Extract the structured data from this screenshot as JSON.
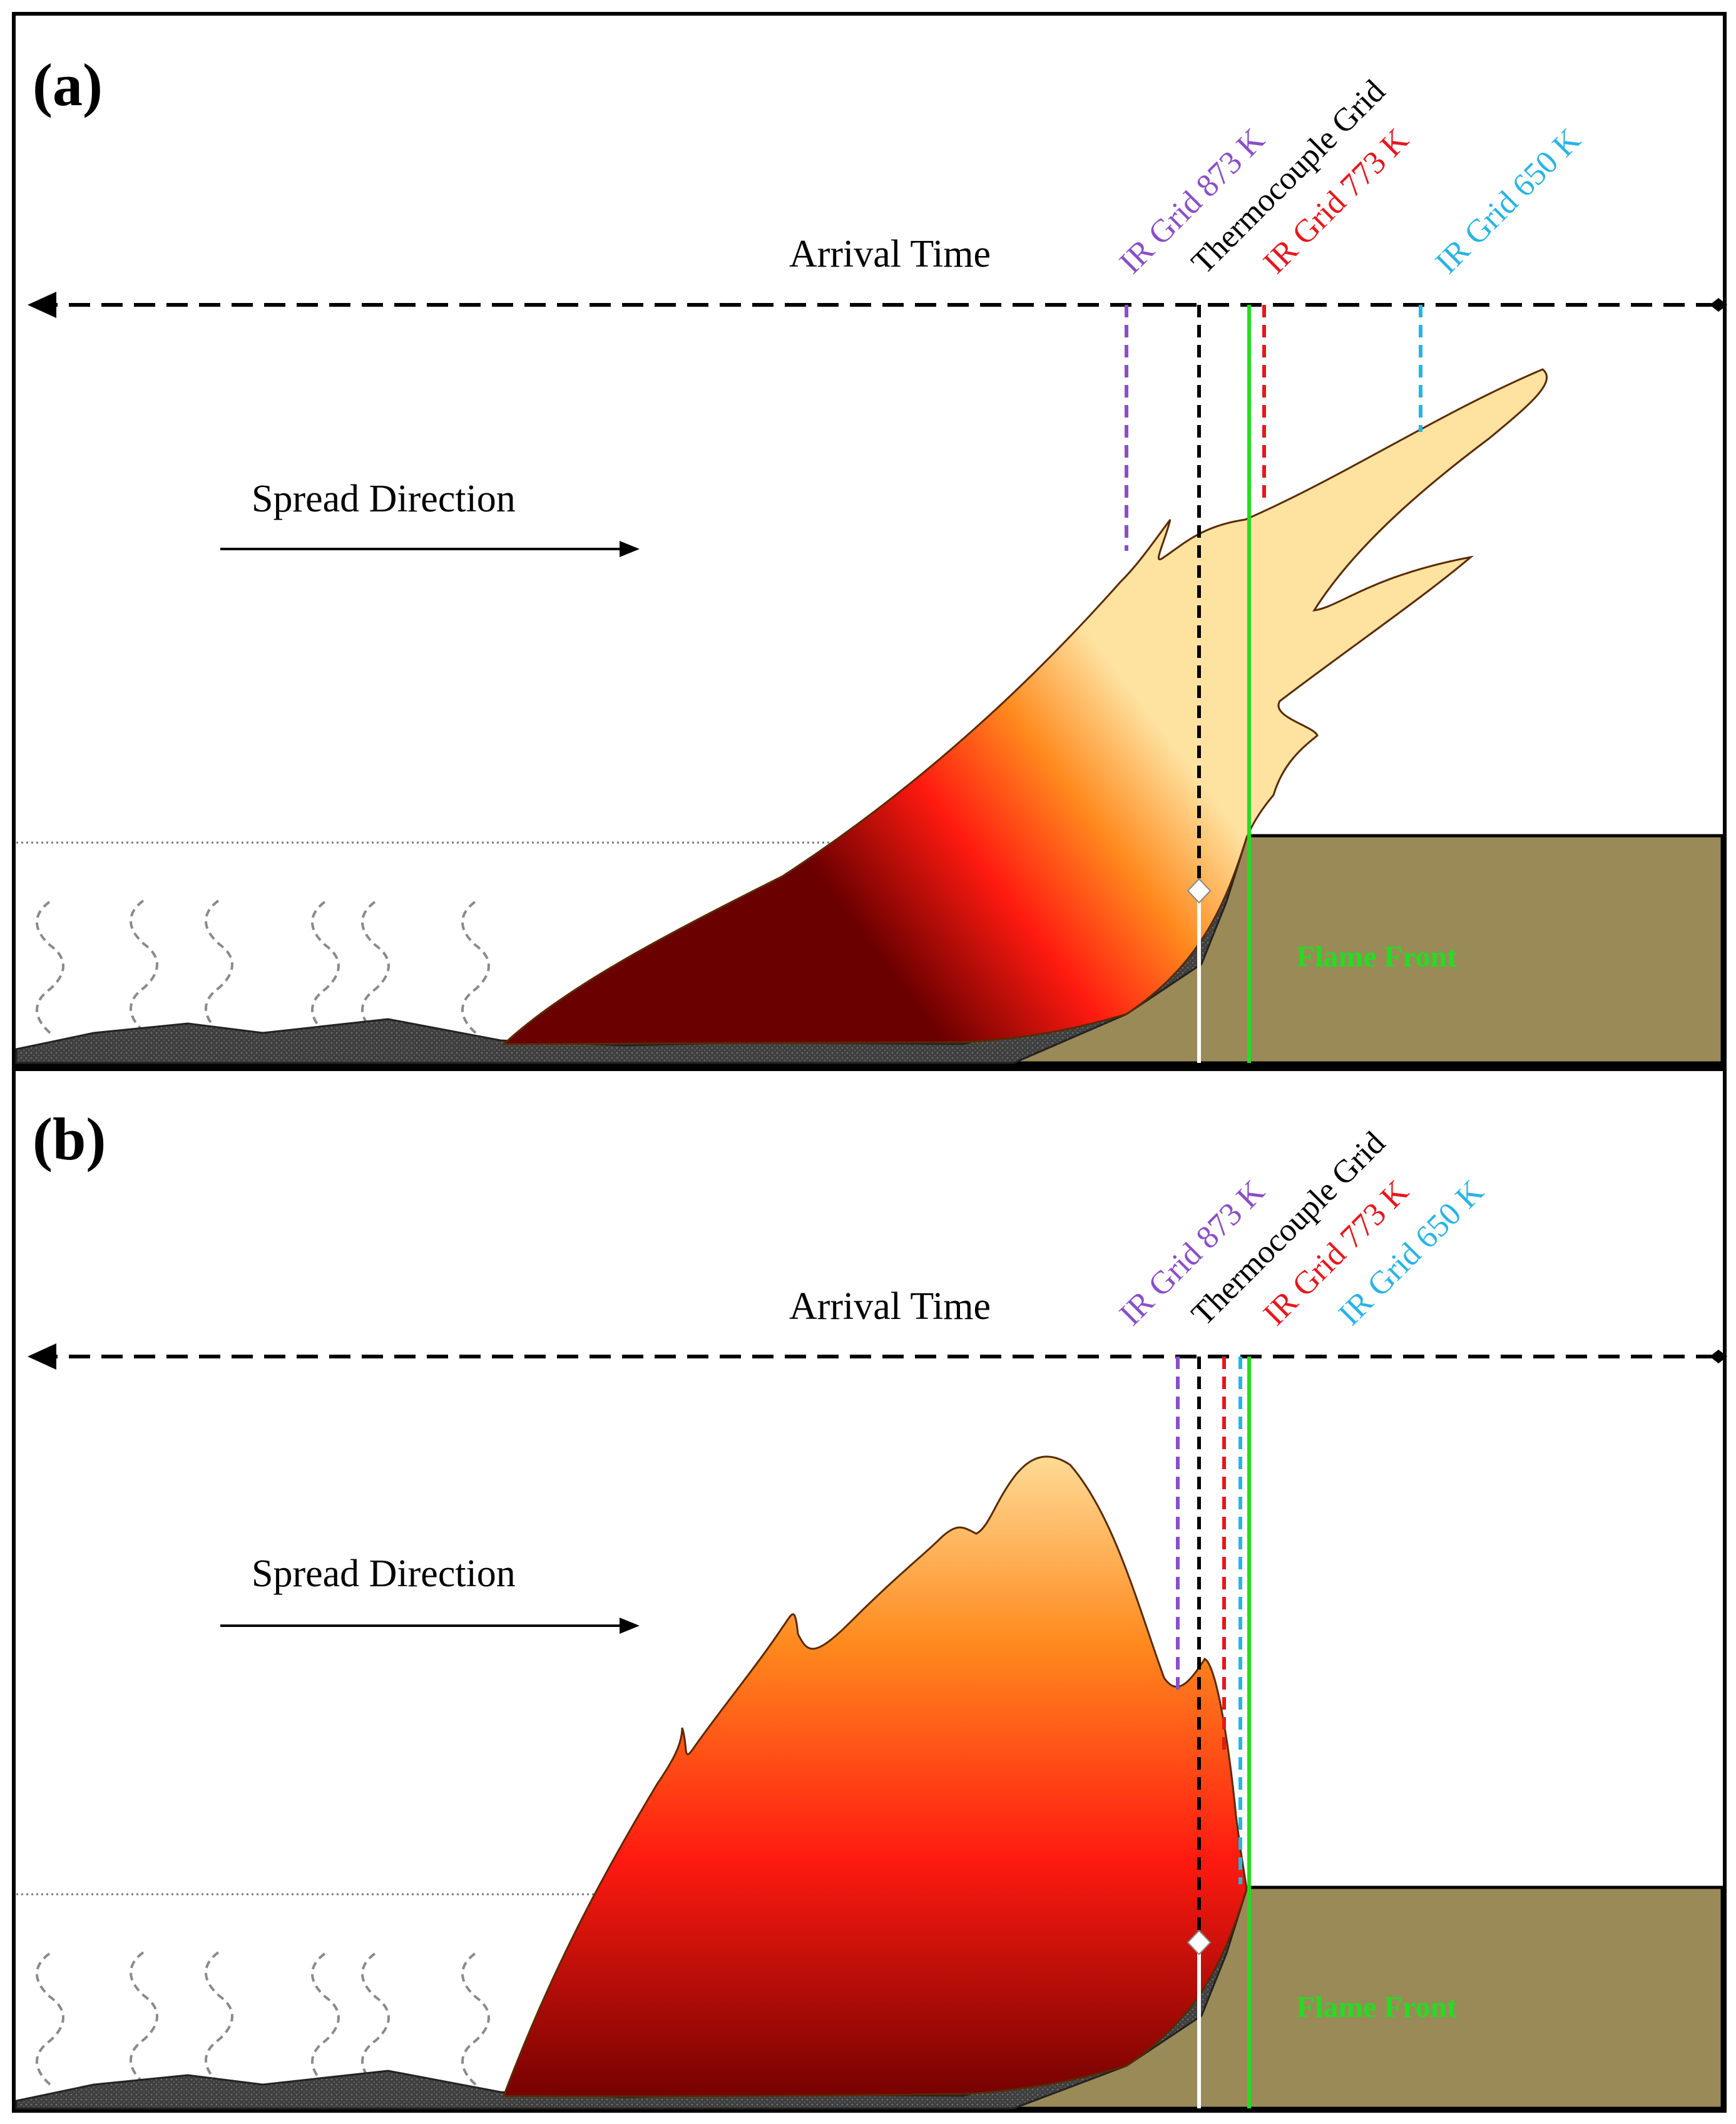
{
  "panels": [
    {
      "letter": "(a)",
      "arrival_time_label": "Arrival Time",
      "spread_direction_label": "Spread Direction",
      "flame_front_label": "Flame Front",
      "grid_labels": [
        {
          "text": "IR Grid 873 K",
          "color": "#8a4fc8"
        },
        {
          "text": "Thermocouple Grid",
          "color": "#000000"
        },
        {
          "text": "IR Grid 773 K",
          "color": "#e8161c"
        },
        {
          "text": "IR Grid 650 K",
          "color": "#28b4e6"
        }
      ]
    },
    {
      "letter": "(b)",
      "arrival_time_label": "Arrival Time",
      "spread_direction_label": "Spread Direction",
      "flame_front_label": "Flame Front",
      "grid_labels": [
        {
          "text": "IR Grid 873 K",
          "color": "#8a4fc8"
        },
        {
          "text": "Thermocouple Grid",
          "color": "#000000"
        },
        {
          "text": "IR Grid 773 K",
          "color": "#e8161c"
        },
        {
          "text": "IR Grid 650 K",
          "color": "#28b4e6"
        }
      ]
    }
  ],
  "colors": {
    "fuel_bed": "#9a8a58",
    "char": "#4a4a4a",
    "flame_front_line": "#22dd22",
    "flame_top": "#fde2a0",
    "flame_mid": "#ff8a1e",
    "flame_hot": "#ff1a10",
    "flame_base": "#6a0000"
  }
}
